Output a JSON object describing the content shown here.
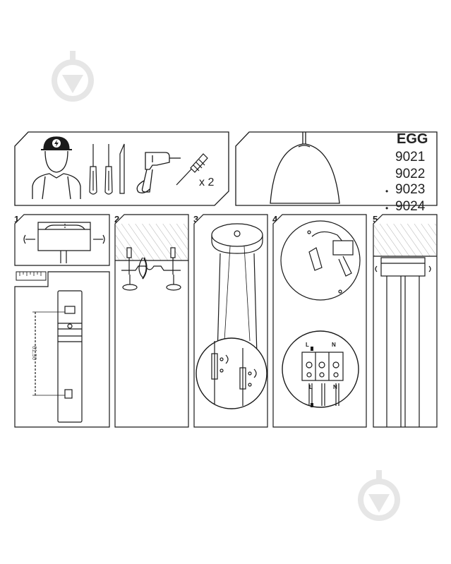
{
  "header": {
    "brand": "EGG",
    "models": [
      "9021",
      "9022",
      "9023",
      "9024"
    ],
    "model_bullets": [
      "",
      "",
      "•",
      "•"
    ]
  },
  "tools": {
    "anchor_count": "x 2"
  },
  "steps": [
    {
      "label": "1"
    },
    {
      "label": "2"
    },
    {
      "label": "3•"
    },
    {
      "label": "4"
    },
    {
      "label": "5"
    }
  ],
  "wiring": {
    "terminals_top": [
      "L",
      "N"
    ],
    "terminals_bottom": [
      "L",
      "N"
    ]
  },
  "dimension": "61,50",
  "colors": {
    "line": "#1a1a1a",
    "watermark": "#d9d9d9",
    "hatch": "#b0b0b0"
  }
}
